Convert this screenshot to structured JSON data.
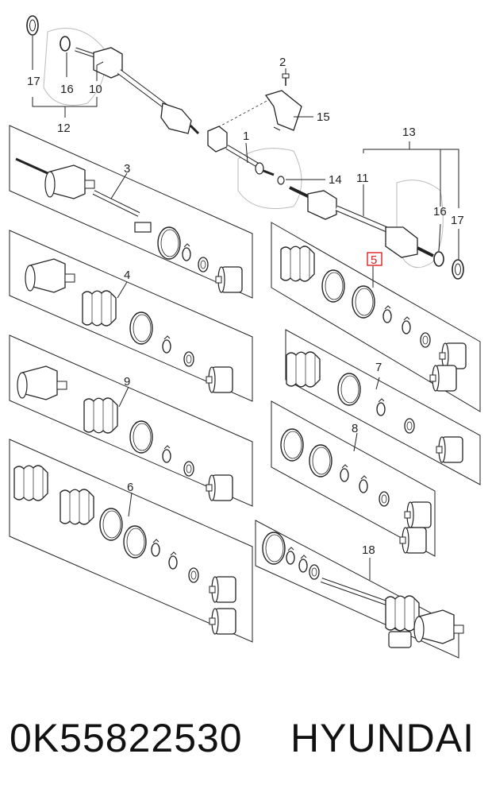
{
  "diagram": {
    "callouts": {
      "c1": "1",
      "c2": "2",
      "c3": "3",
      "c4": "4",
      "c5": "5",
      "c6": "6",
      "c7": "7",
      "c8": "8",
      "c9": "9",
      "c10": "10",
      "c11": "11",
      "c12": "12",
      "c13": "13",
      "c14": "14",
      "c15": "15",
      "c16a": "16",
      "c16b": "16",
      "c17a": "17",
      "c17b": "17",
      "c18": "18"
    },
    "highlighted_callout": "c5",
    "highlight_color": "#e02020"
  },
  "caption": {
    "part_number": "0K55822530",
    "brand": "HYUNDAI"
  }
}
